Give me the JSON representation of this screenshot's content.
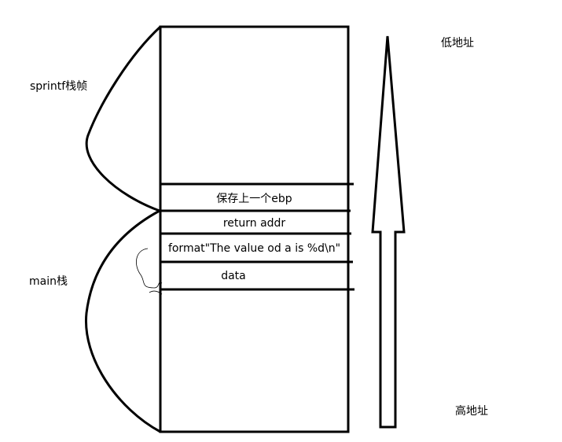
{
  "labels": {
    "low_address": "低地址",
    "high_address": "高地址",
    "sprintf_frame": "sprintf栈帧",
    "main_stack": "main栈"
  },
  "stack_cells": [
    {
      "text": "保存上一个ebp"
    },
    {
      "text": "return  addr"
    },
    {
      "text": "format\"The value od a is %d\\n\""
    },
    {
      "text": "data"
    }
  ],
  "colors": {
    "stroke": "#000000",
    "background": "#ffffff",
    "text": "#000000"
  }
}
